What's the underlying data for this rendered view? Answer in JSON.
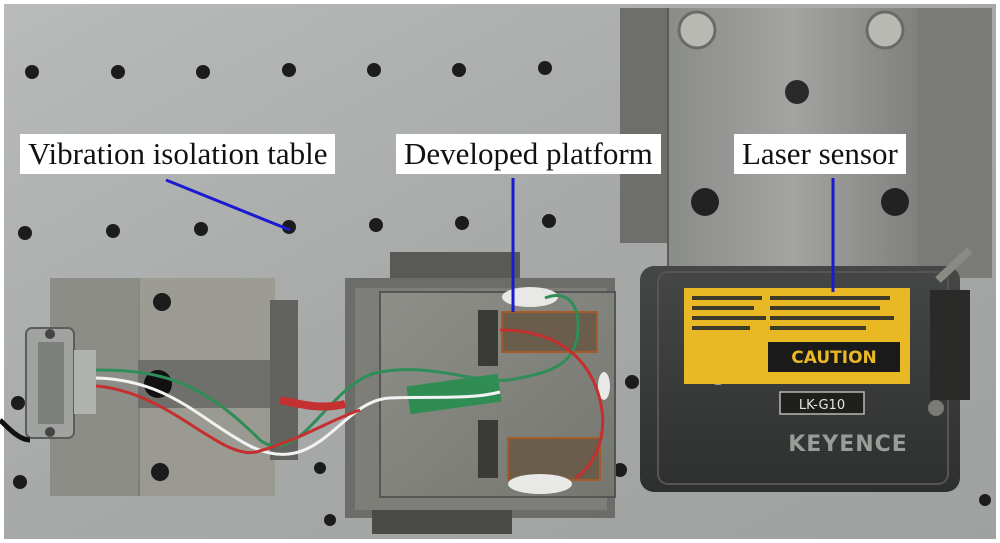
{
  "labels": {
    "vibration_table": "Vibration isolation table",
    "developed_platform": "Developed platform",
    "laser_sensor": "Laser sensor"
  },
  "sensor": {
    "caution": "CAUTION",
    "model": "LK-G10",
    "brand": "KEYENCE"
  },
  "colors": {
    "table_surface": "#a9acac",
    "steel": "#8f918f",
    "sensor_body": "#3a3c3b",
    "caution_label": "#e8b825",
    "leader_line": "#1a1ad0"
  }
}
